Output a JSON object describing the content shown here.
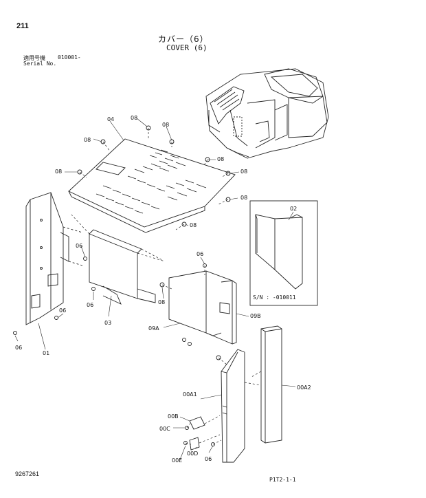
{
  "page_number": "211",
  "title_jp": "カバー（6）",
  "title_en": "COVER (6)",
  "serial": {
    "label_jp": "適用号機",
    "label_en": "Serial No.",
    "value": "010001-"
  },
  "document_number": "9267261",
  "footer_code": "P1T2-1-1",
  "inset": {
    "serial_text": "S/N : -010011",
    "part_label": "02"
  },
  "part_labels": {
    "p04": "04",
    "p08": "08",
    "p06": "06",
    "p03": "03",
    "p01": "01",
    "p09A": "09A",
    "p09B": "09B",
    "p00A1": "00A1",
    "p00A2": "00A2",
    "p00B": "00B",
    "p00C": "00C",
    "p00D": "00D",
    "p00E": "00E"
  }
}
